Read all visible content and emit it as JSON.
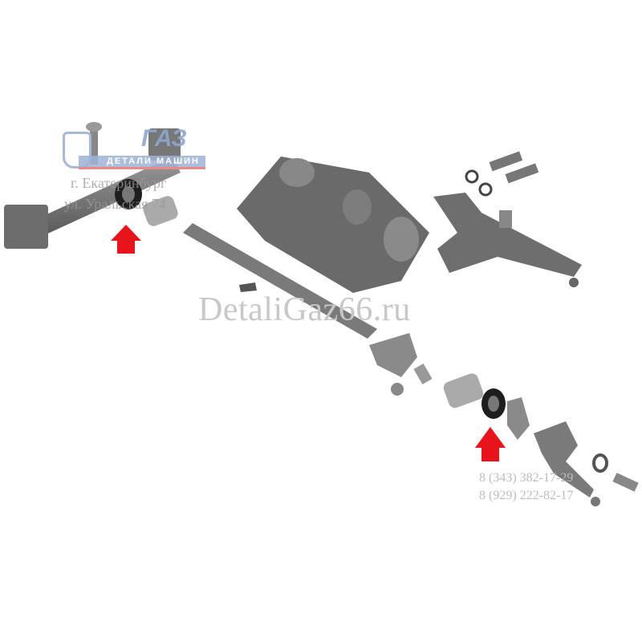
{
  "watermark": {
    "site": "DetaliGaz66.ru",
    "logo_brand": "ГАЗ",
    "logo_subtitle": "ДЕТАЛИ МАШИН",
    "city": "г. Екатеринбург",
    "street": "ул. Уральская 74",
    "phones": [
      "8 (343) 382-17-29",
      "8 (929) 222-82-17"
    ]
  },
  "highlight_color": "#e8141b",
  "part_color": "#6e6e6e"
}
